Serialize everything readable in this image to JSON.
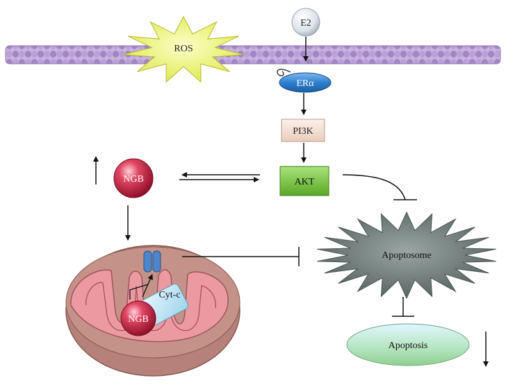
{
  "labels": {
    "ros": "ROS",
    "e2": "E2",
    "er_alpha": "ERα",
    "pi3k": "PI3K",
    "akt": "AKT",
    "ngb_top": "NGB",
    "ngb_mito": "NGB",
    "cyt_c": "Cyt-c",
    "apoptosome": "Apoptosome",
    "apoptosis": "Apoptosis"
  },
  "colors": {
    "membrane": "#b79bd0",
    "membrane_dark": "#8f74ae",
    "ros_fill": "#eef55a",
    "e2_fill": "#e9edf1",
    "er_fill": "#2f7fce",
    "pi3k_fill": "#f4e2d8",
    "akt_fill": "#78cc3e",
    "ngb_fill": "#c8203f",
    "mito_outer": "#c49289",
    "mito_inner": "#ec9aa1",
    "cytc_fill": "#bfe6f5",
    "apoptosome_fill": "#707c7a",
    "apoptosis_fill": "#b6e3b3",
    "channel_fill": "#4f86c9"
  },
  "icons": [
    "membrane-bilayer",
    "ros-star",
    "receptor-ellipse",
    "mitochondrion",
    "channel-pore",
    "apoptosome-star",
    "up-arrow",
    "down-arrow",
    "inhibition-bar"
  ]
}
